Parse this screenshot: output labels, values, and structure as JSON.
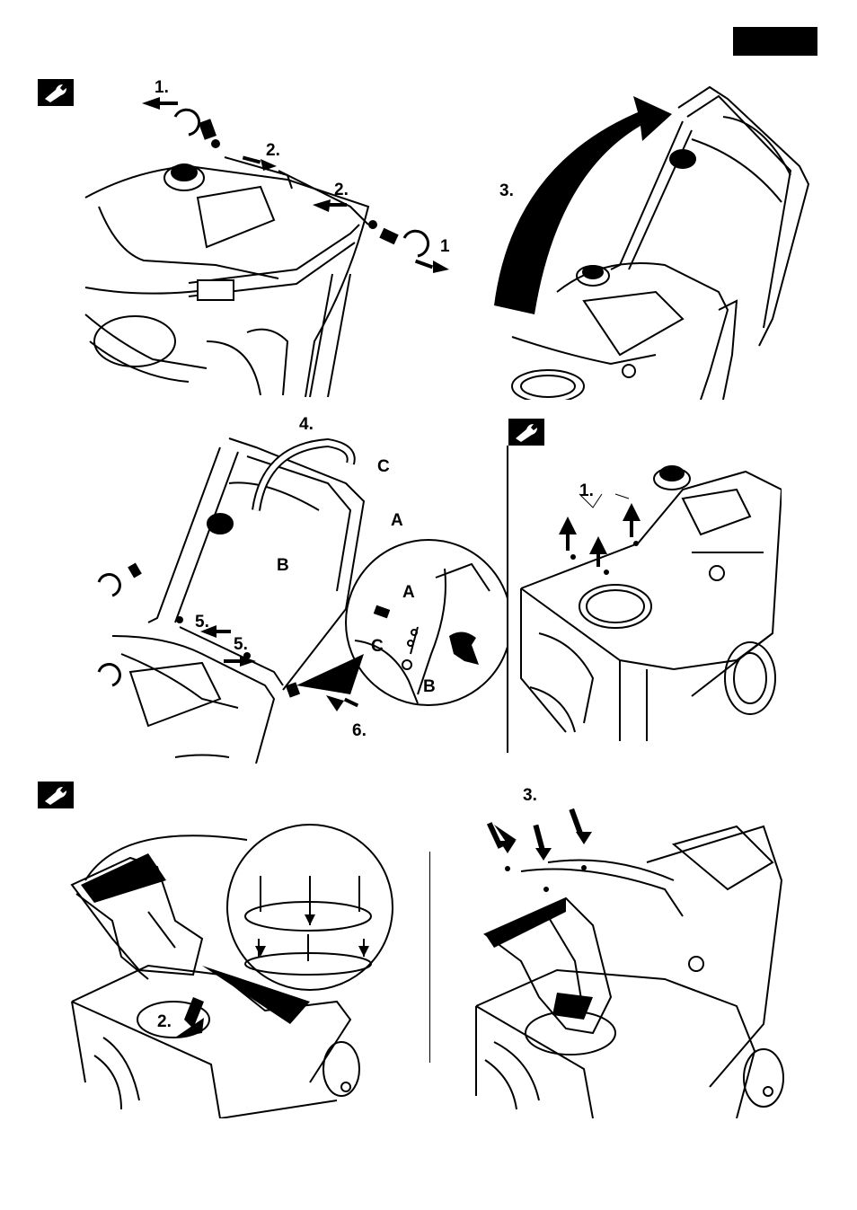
{
  "steps": {
    "panel1": {
      "label_1_left": "1.",
      "label_2_center": "2.",
      "label_2_right": "2.",
      "label_1_right": "1"
    },
    "panel2": {
      "label_3": "3."
    },
    "panel3": {
      "label_4": "4.",
      "label_C": "C",
      "label_A": "A",
      "label_B": "B",
      "label_5_upper": "5.",
      "label_5_lower": "5.",
      "label_6": "6.",
      "detail_A": "A",
      "detail_C": "C",
      "detail_B": "B"
    },
    "panel4": {
      "label_1": "1."
    },
    "panel5": {
      "label_2": "2."
    },
    "panel6": {
      "label_3": "3."
    }
  },
  "icons": [
    "wrench-icon",
    "tab-marker"
  ],
  "colors": {
    "ink": "#000000",
    "paper": "#ffffff"
  }
}
